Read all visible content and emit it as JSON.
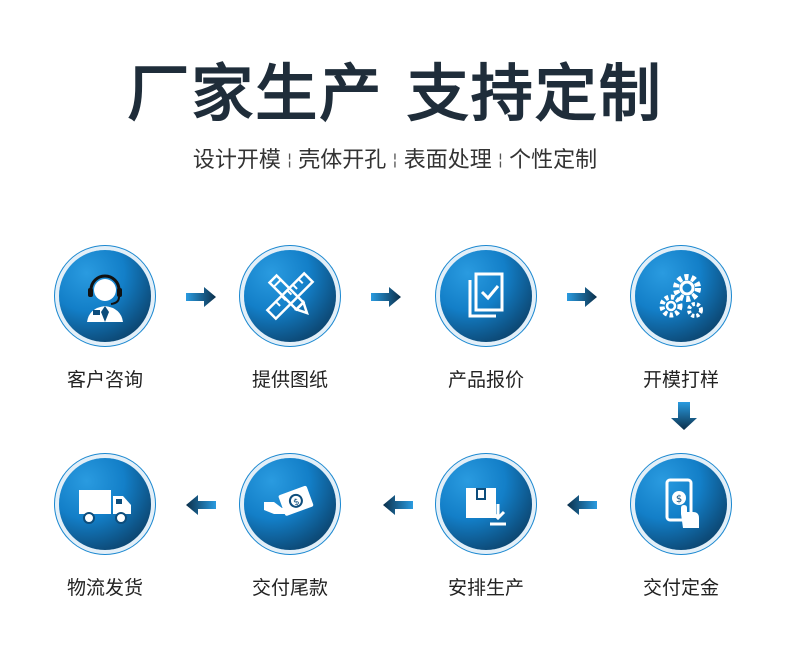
{
  "header": {
    "title": "厂家生产 支持定制",
    "subtitle_items": [
      "设计开模",
      "壳体开孔",
      "表面处理",
      "个性定制"
    ],
    "separator": "¦"
  },
  "colors": {
    "accent": "#1b88d0",
    "dark": "#0b2f4a",
    "title": "#1f2d3a"
  },
  "steps": [
    {
      "label": "客户咨询",
      "icon": "customer-service-icon"
    },
    {
      "label": "提供图纸",
      "icon": "ruler-pencil-icon"
    },
    {
      "label": "产品报价",
      "icon": "document-check-icon"
    },
    {
      "label": "开模打样",
      "icon": "gears-icon"
    },
    {
      "label": "交付定金",
      "icon": "phone-payment-icon"
    },
    {
      "label": "安排生产",
      "icon": "box-download-icon"
    },
    {
      "label": "交付尾款",
      "icon": "cash-hand-icon"
    },
    {
      "label": "物流发货",
      "icon": "delivery-truck-icon"
    }
  ]
}
